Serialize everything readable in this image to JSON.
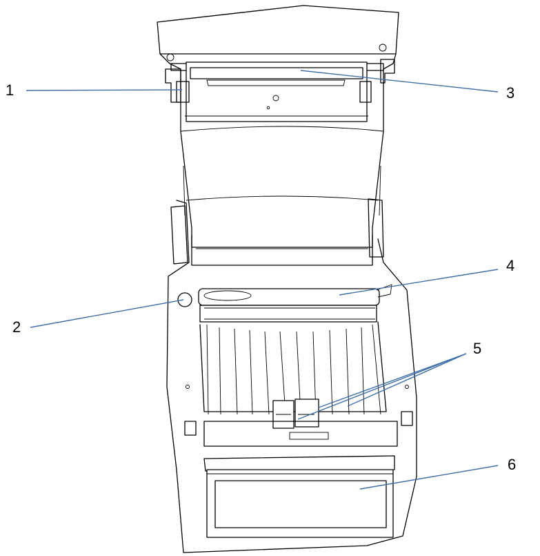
{
  "figure": {
    "subject": "printer-open-top-view",
    "colors": {
      "outline": "#000000",
      "leader": "#3f6fa8",
      "background": "#ffffff"
    }
  },
  "callouts": [
    {
      "number": "1"
    },
    {
      "number": "2"
    },
    {
      "number": "3"
    },
    {
      "number": "4"
    },
    {
      "number": "5"
    },
    {
      "number": "6"
    }
  ]
}
